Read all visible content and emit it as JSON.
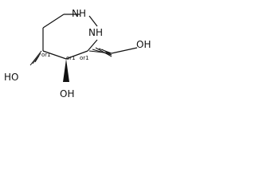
{
  "molecule": {
    "labels": {
      "nh_top": "NH",
      "nh_right": "NH",
      "oh_left": "HO",
      "oh_bottom": "OH",
      "oh_right": "OH"
    },
    "stereo_labels": {
      "c5": "or1",
      "c4": "or1",
      "c3": "or1"
    },
    "colors": {
      "ink": "#111111",
      "background": "#ffffff"
    }
  }
}
